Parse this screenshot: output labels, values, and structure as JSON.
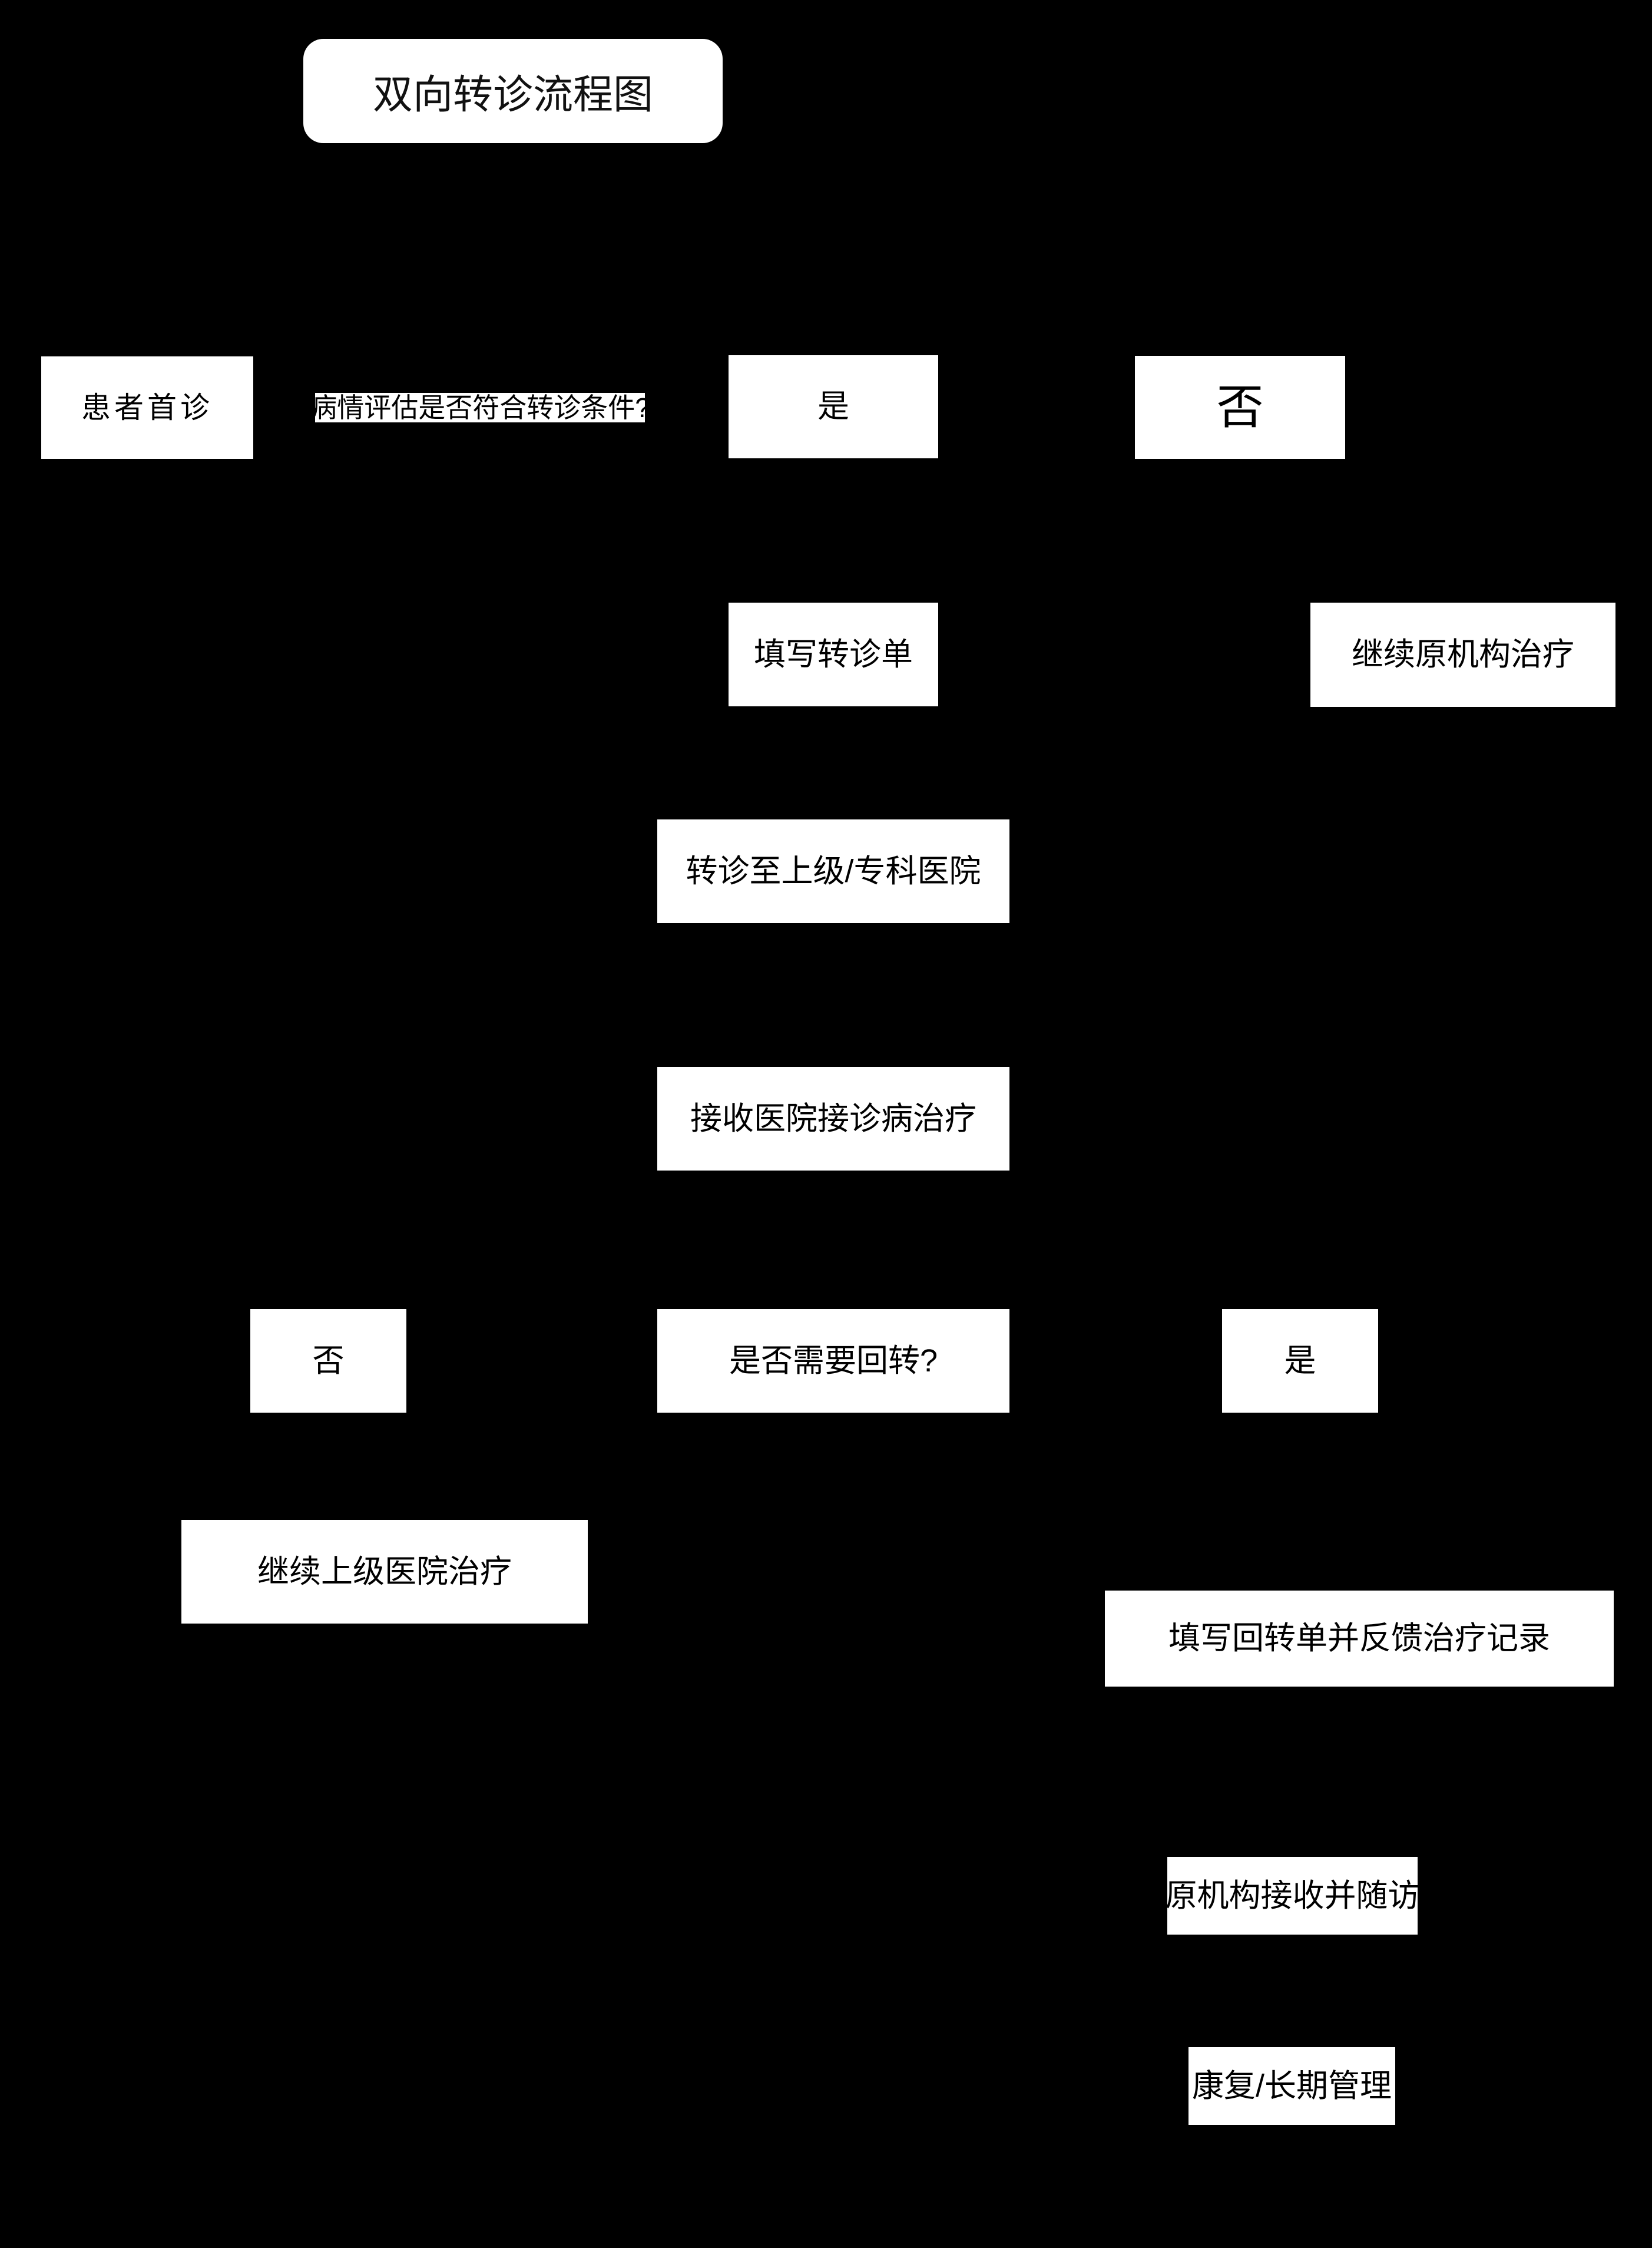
{
  "diagram": {
    "title": "双向转诊流程图",
    "background_color": "#000000",
    "node_fill_color": "#ffffff",
    "node_text_color": "#000000",
    "type": "flowchart",
    "nodes": [
      {
        "id": "start",
        "label": "患者首诊",
        "shape": "process"
      },
      {
        "id": "decision1",
        "label": "病情评估是否符合转诊条件?",
        "shape": "decision"
      },
      {
        "id": "yes1",
        "label": "是",
        "shape": "label"
      },
      {
        "id": "no1",
        "label": "否",
        "shape": "label"
      },
      {
        "id": "form",
        "label": "填写转诊单",
        "shape": "process"
      },
      {
        "id": "continue_orig",
        "label": "继续原机构治疗",
        "shape": "process"
      },
      {
        "id": "refer",
        "label": "转诊至上级/专科医院",
        "shape": "process"
      },
      {
        "id": "receive",
        "label": "接收医院接诊病治疗",
        "shape": "process"
      },
      {
        "id": "no2",
        "label": "否",
        "shape": "label"
      },
      {
        "id": "decision2",
        "label": "是否需要回转?",
        "shape": "decision"
      },
      {
        "id": "yes2",
        "label": "是",
        "shape": "label"
      },
      {
        "id": "continue_upper",
        "label": "继续上级医院治疗",
        "shape": "process"
      },
      {
        "id": "feedback",
        "label": "填写回转单并反馈治疗记录",
        "shape": "process"
      },
      {
        "id": "followup",
        "label": "原机构接收并随访",
        "shape": "process"
      },
      {
        "id": "rehab",
        "label": "康复/长期管理",
        "shape": "process"
      }
    ]
  }
}
